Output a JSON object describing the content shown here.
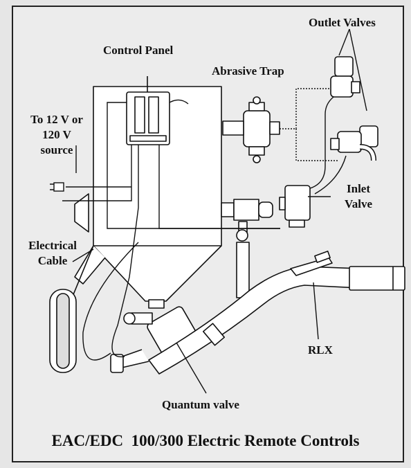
{
  "labels": {
    "outlet_valves": "Outlet Valves",
    "control_panel": "Control Panel",
    "abrasive_trap": "Abrasive Trap",
    "source_line1": "To 12 V or",
    "source_line2": "120 V",
    "source_line3": "source",
    "inlet_line1": "Inlet",
    "inlet_line2": "Valve",
    "electrical_line1": "Electrical",
    "electrical_line2": "Cable",
    "rlx": "RLX",
    "quantum_valve": "Quantum valve"
  },
  "caption": "EAC/EDC  100/300 Electric Remote Controls",
  "colors": {
    "background": "#e6e6e6",
    "panel": "#ececec",
    "line": "#111111",
    "fill": "#ffffff"
  }
}
